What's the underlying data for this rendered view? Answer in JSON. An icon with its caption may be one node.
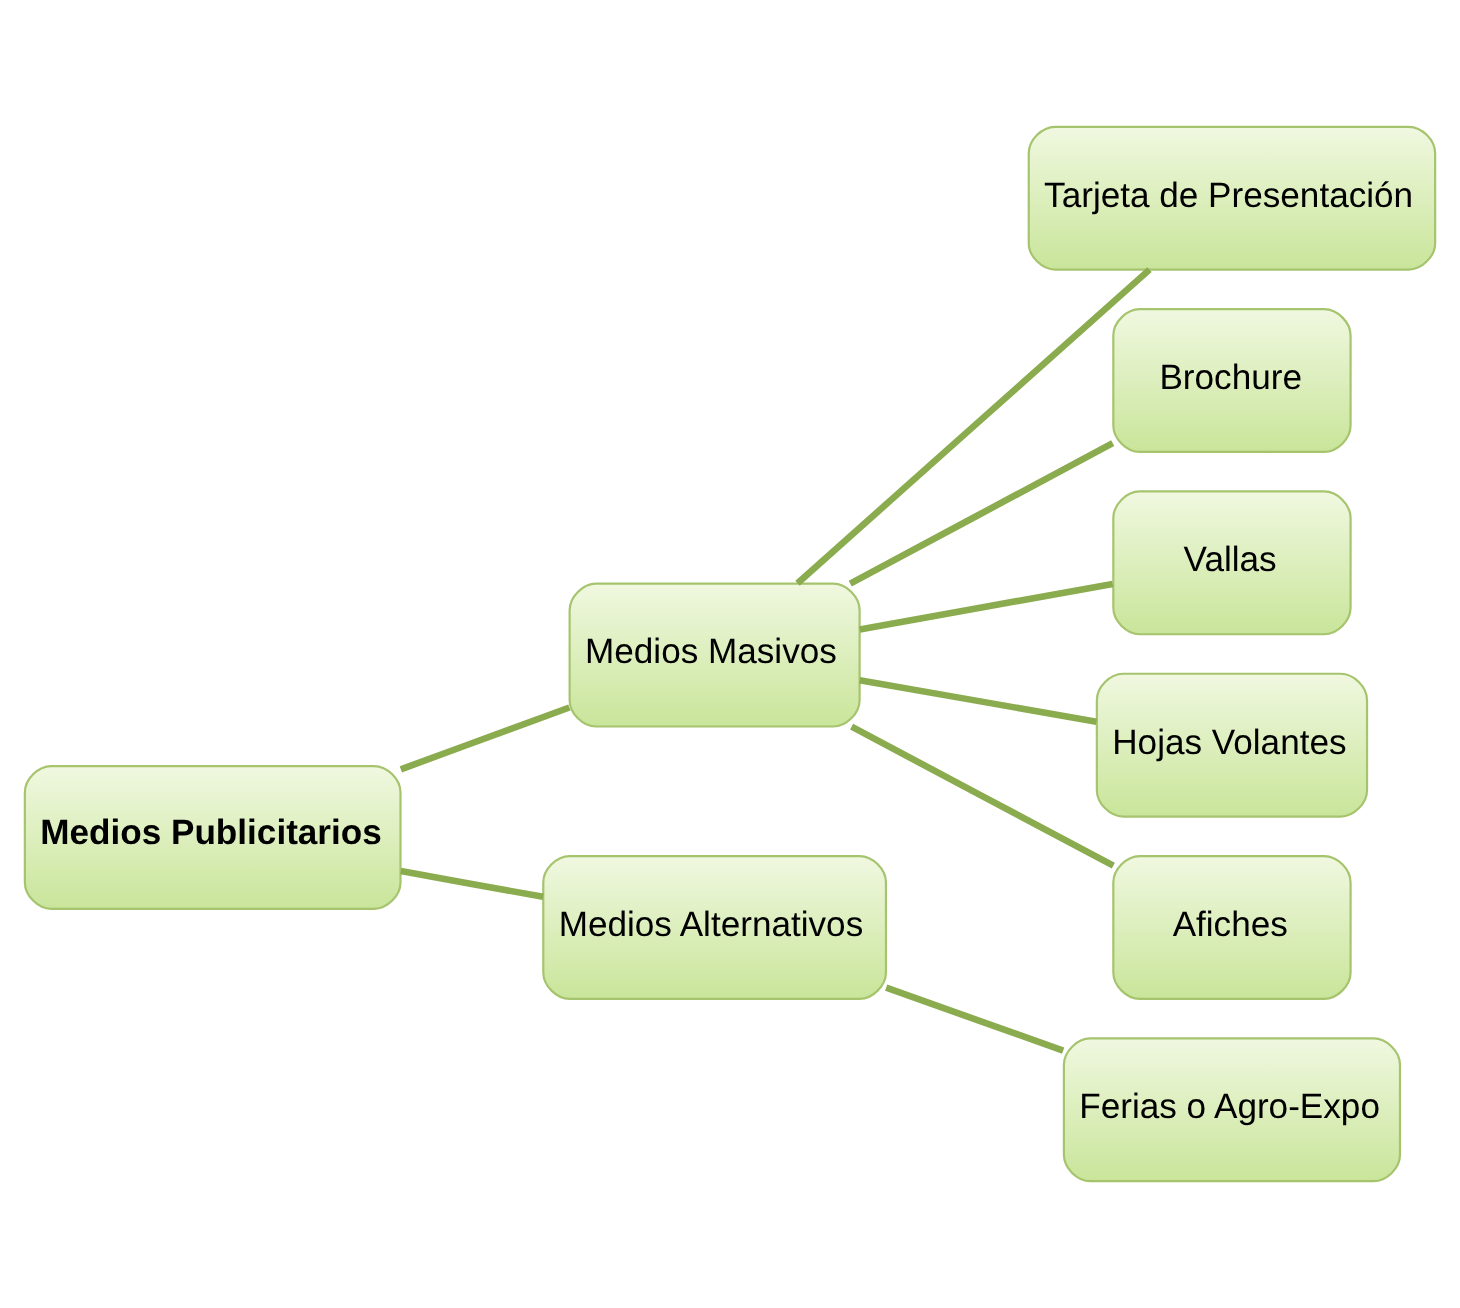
{
  "diagram": {
    "nodes": [
      {
        "text": [
          "Medios Publicitarios"
        ]
      },
      {
        "text": [
          "Medios Masivos"
        ]
      },
      {
        "text": [
          "Medios Alternativos"
        ]
      },
      {
        "text": [
          "Tarjeta de Presentación"
        ]
      },
      {
        "text": [
          "Brochure"
        ]
      },
      {
        "text": [
          "Vallas"
        ]
      },
      {
        "text": [
          "Hojas Volantes"
        ]
      },
      {
        "text": [
          "Afiches"
        ]
      },
      {
        "text": [
          "Ferias o Agro-Expo"
        ]
      }
    ],
    "edges": [
      {
        "from": 0,
        "to": 1,
        "arrow": "none"
      },
      {
        "from": 0,
        "to": 2,
        "arrow": "none"
      },
      {
        "from": 1,
        "to": 3,
        "arrow": "none"
      },
      {
        "from": 1,
        "to": 4,
        "arrow": "none"
      },
      {
        "from": 1,
        "to": 5,
        "arrow": "none"
      },
      {
        "from": 1,
        "to": 6,
        "arrow": "none"
      },
      {
        "from": 1,
        "to": 7,
        "arrow": "none"
      },
      {
        "from": 2,
        "to": 8,
        "arrow": "none"
      }
    ]
  }
}
